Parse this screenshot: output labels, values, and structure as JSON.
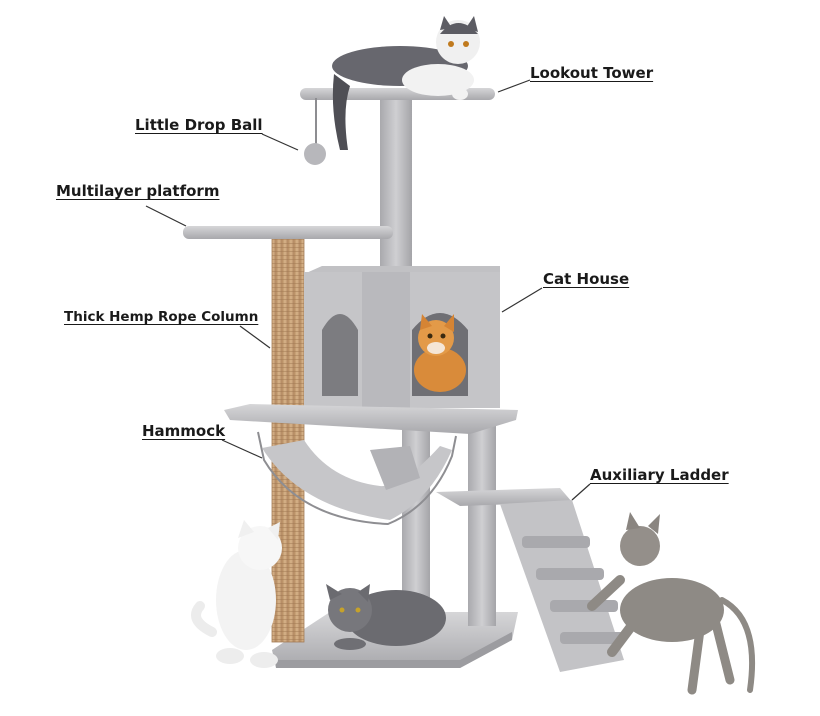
{
  "callouts": {
    "lookout_tower": "Lookout Tower",
    "little_drop_ball": "Little Drop Ball",
    "multilayer_platform": "Multilayer platform",
    "cat_house": "Cat House",
    "thick_hemp_rope_column": "Thick Hemp Rope Column",
    "hammock": "Hammock",
    "auxiliary_ladder": "Auxiliary Ladder"
  },
  "colors": {
    "plush_gray": "#c7c7c9",
    "plush_shadow": "#a9a9ad",
    "sisal_rope": "#c9a37a",
    "callout_line": "#333333",
    "label_text": "#1a1a1a"
  }
}
